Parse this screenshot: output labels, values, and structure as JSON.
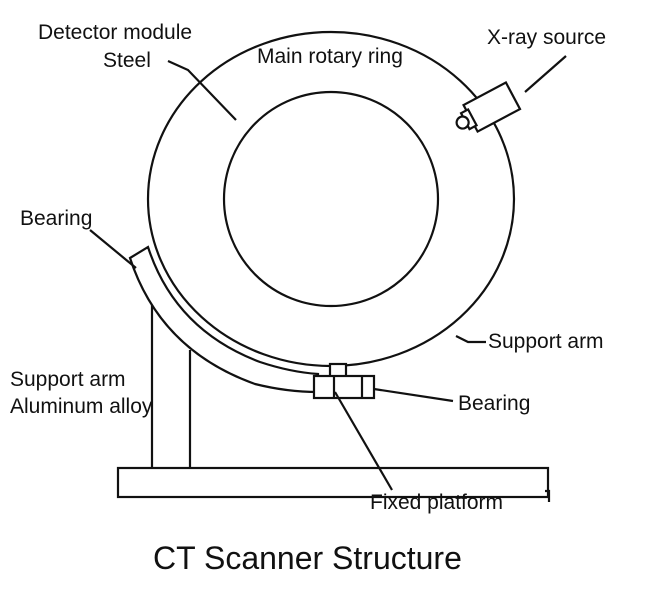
{
  "labels": {
    "detector_module": "Detector module",
    "steel": "Steel",
    "main_rotary_ring": "Main rotary ring",
    "xray_source": "X-ray source",
    "bearing_top": "Bearing",
    "support_arm_right": "Support arm",
    "support_arm_left": "Support arm",
    "aluminum_alloy": "Aluminum alloy",
    "bearing_bottom": "Bearing",
    "fixed_platform": "Fixed platform"
  },
  "caption": "CT Scanner Structure"
}
